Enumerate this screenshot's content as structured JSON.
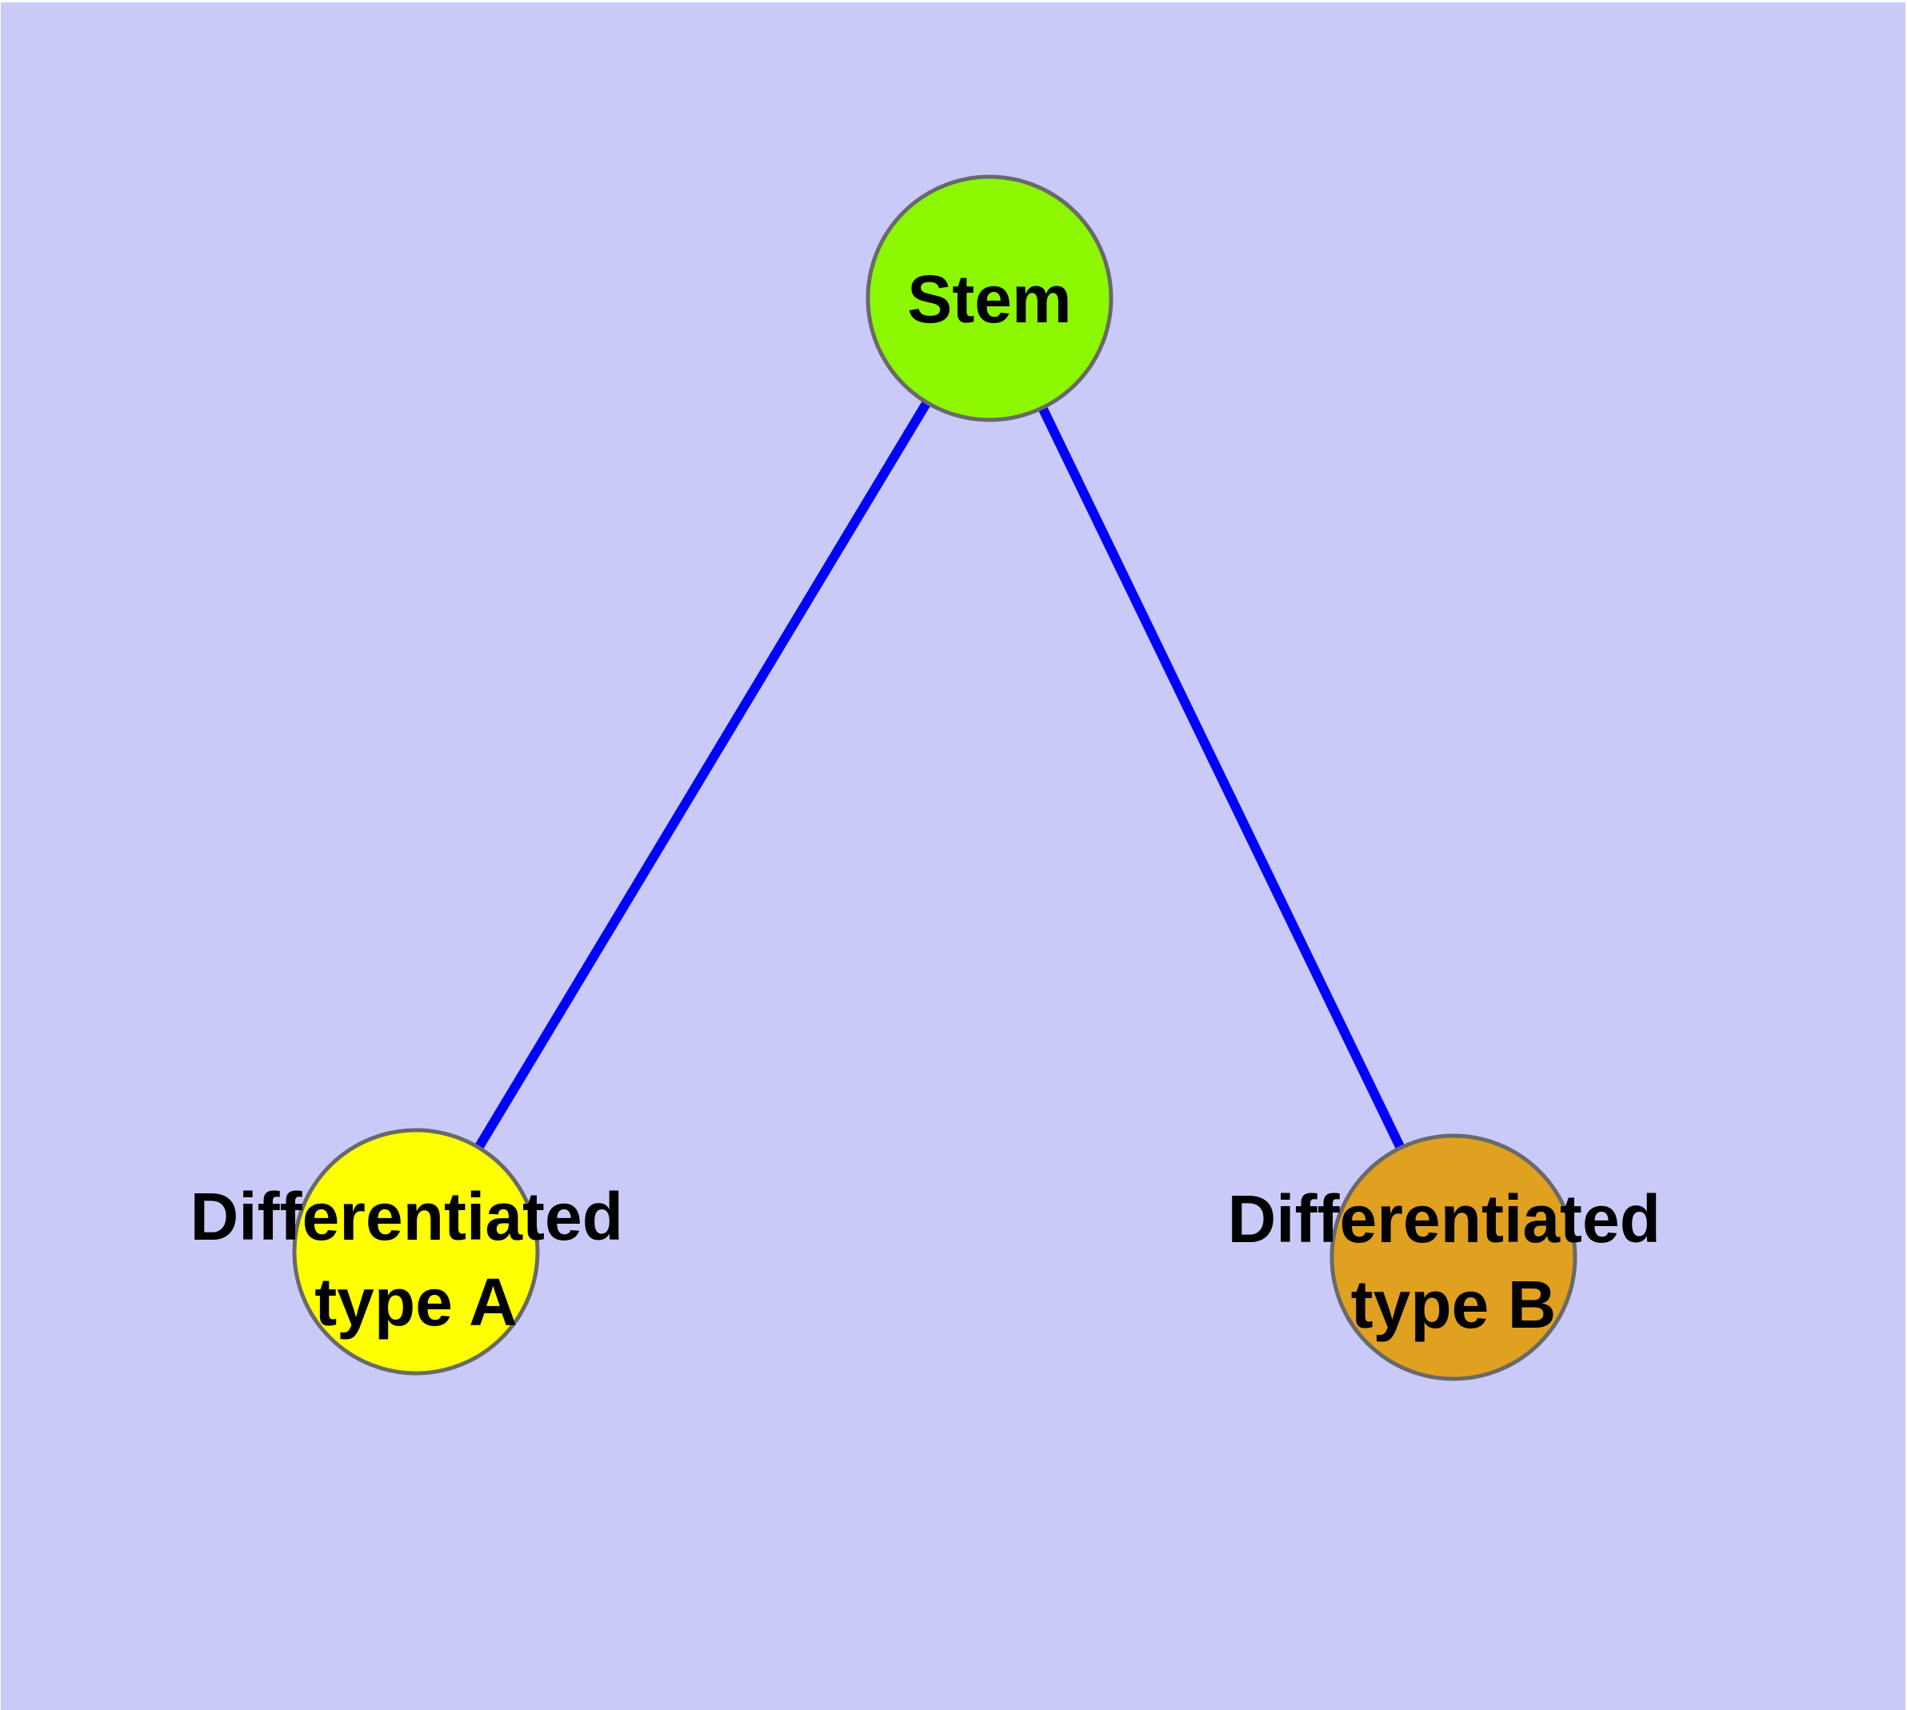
{
  "canvas": {
    "background_color": "#CACAF8",
    "frame_color": "#FFFFFF"
  },
  "graph": {
    "label_color": "#000000",
    "node_border_color": "#696969",
    "nodes": [
      {
        "id": "stem",
        "label_lines": [
          "Stem"
        ],
        "fill": "#8CF700"
      },
      {
        "id": "differentiated-type-a",
        "label_lines": [
          "Differentiated",
          "type A"
        ],
        "fill": "#FFFF00"
      },
      {
        "id": "differentiated-type-b",
        "label_lines": [
          "Differentiated",
          "type B"
        ],
        "fill": "#E0A020"
      }
    ],
    "edges": [
      {
        "from": "stem",
        "to": "differentiated-type-a",
        "color": "#0000FF"
      },
      {
        "from": "stem",
        "to": "differentiated-type-b",
        "color": "#0000FF"
      }
    ]
  }
}
